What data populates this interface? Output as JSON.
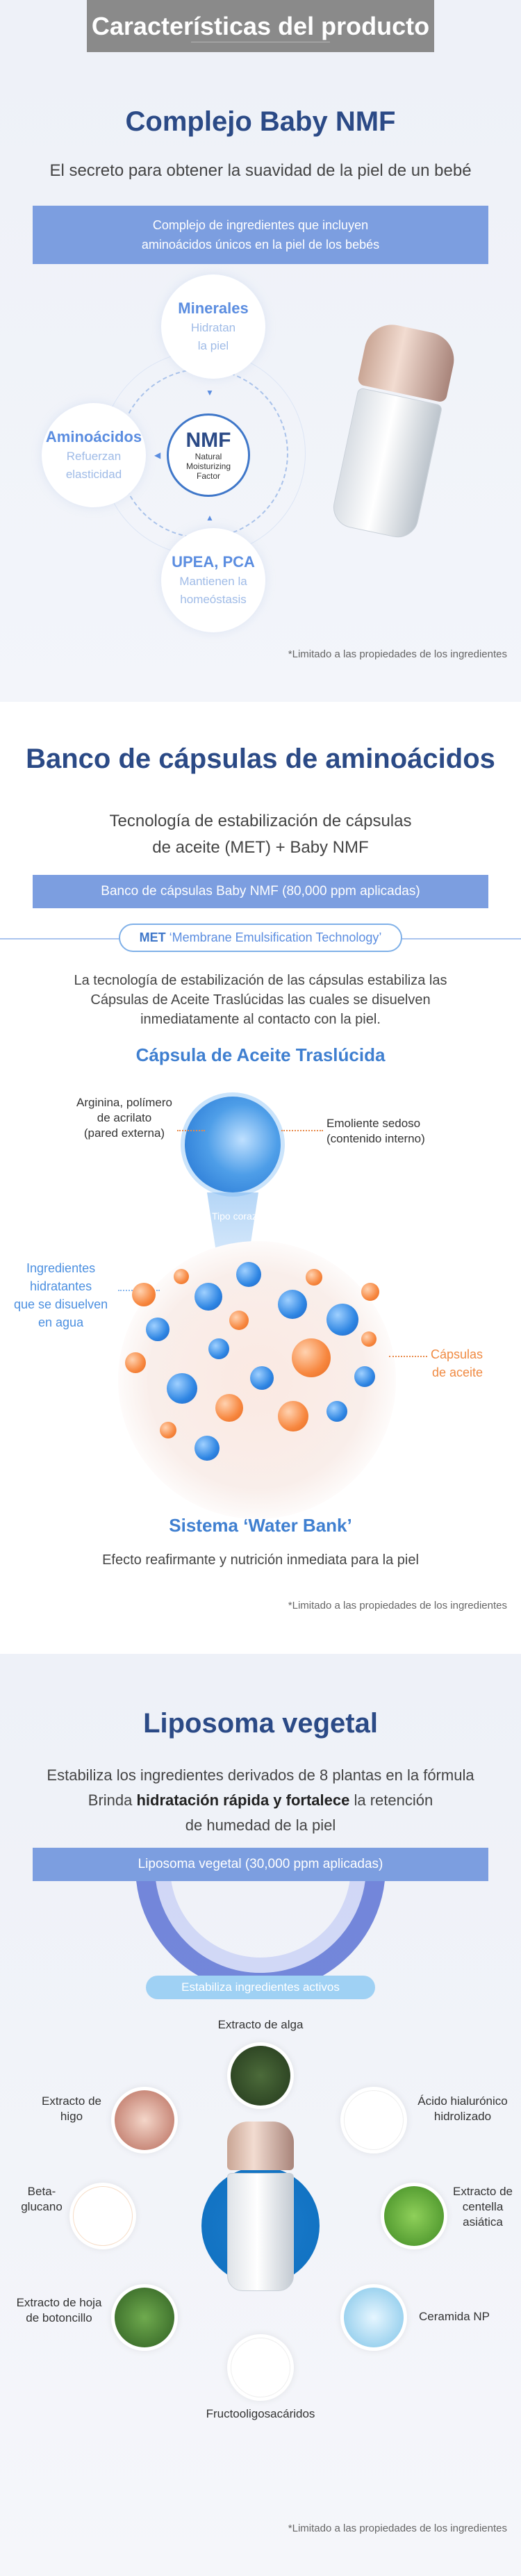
{
  "header": {
    "title": "Características del producto"
  },
  "section1": {
    "title": "Complejo Baby NMF",
    "subtitle": "El secreto para obtener la suavidad de la piel de un bebé",
    "box": [
      "Complejo de ingredientes que incluyen",
      "aminoácidos únicos en la piel de los bebés"
    ],
    "center": {
      "big": "NMF",
      "l1": "Natural",
      "l2": "Moisturizing",
      "l3": "Factor"
    },
    "nodes": [
      {
        "title": "Minerales",
        "d1": "Hidratan",
        "d2": "la piel"
      },
      {
        "title": "Aminoácidos",
        "d1": "Refuerzan",
        "d2": "elasticidad"
      },
      {
        "title": "UPEA, PCA",
        "d1": "Mantienen la",
        "d2": "homeóstasis"
      }
    ],
    "note": "*Limitado a las propiedades de los ingredientes"
  },
  "section2": {
    "title": "Banco de cápsulas de aminoácidos",
    "subtitle": [
      "Tecnología de estabilización de cápsulas",
      "de aceite (MET) + Baby NMF"
    ],
    "box": "Banco de cápsulas Baby NMF (80,000 ppm aplicadas)",
    "met_bold": "MET",
    "met_text": "‘Membrane Emulsification Technology’",
    "para": [
      "La tecnología de estabilización de las cápsulas estabiliza las",
      "Cápsulas de Aceite Traslúcidas las cuales se disuelven",
      "inmediatamente al contacto con la piel."
    ],
    "capsule_title": "Cápsula de Aceite Traslúcida",
    "label_left": [
      "Arginina, polímero",
      "de acrilato",
      "(pared externa)"
    ],
    "label_right": [
      "Emoliente sedoso",
      "(contenido interno)"
    ],
    "tipo": "Tipo coraza",
    "side_left": [
      "Ingredientes",
      "hidratantes",
      "que se disuelven",
      "en agua"
    ],
    "side_right": [
      "Cápsulas",
      "de aceite"
    ],
    "bank_title": "Sistema ‘Water Bank’",
    "bank_text": "Efecto reafirmante y nutrición inmediata para la piel",
    "note": "*Limitado a las propiedades de los ingredientes"
  },
  "section3": {
    "title": "Liposoma vegetal",
    "line1": "Estabiliza los ingredientes derivados de 8 plantas en la fórmula",
    "line2_pre": "Brinda ",
    "line2_bold": "hidratación rápida y fortalece",
    "line2_post": " la retención",
    "line3": "de humedad de la piel",
    "box": "Liposoma vegetal (30,000 ppm aplicadas)",
    "pill": "Estabiliza ingredientes activos",
    "ingredients": [
      "Extracto de alga",
      "Extracto de higo",
      "Ácido hialurónico hidrolizado",
      "Beta-glucano",
      "Extracto de centella asiática",
      "Extracto de hoja de botoncillo",
      "Ceramida NP",
      "Fructooligosacáridos"
    ],
    "note": "*Limitado a las propiedades de los ingredientes"
  }
}
